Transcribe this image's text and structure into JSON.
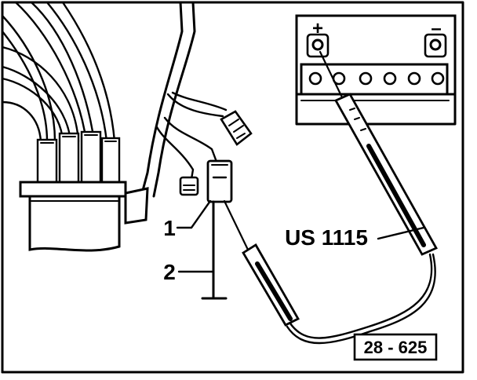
{
  "labels": {
    "callout_1": "1",
    "callout_2": "2",
    "tester": "US 1115",
    "battery_plus": "+",
    "battery_minus": "–"
  },
  "figure_number": "28 - 625",
  "colors": {
    "ink": "#000000",
    "paper": "#ffffff"
  }
}
